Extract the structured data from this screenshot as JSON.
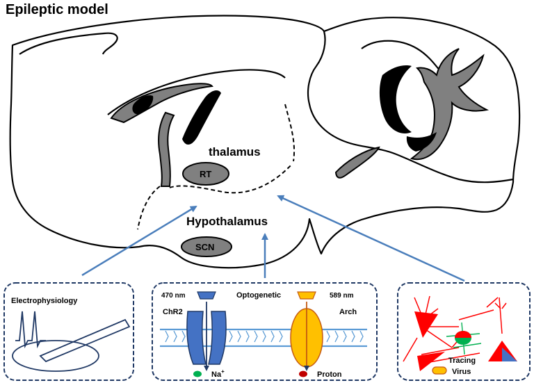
{
  "title": "Epileptic model",
  "regions": {
    "thalamus": "thalamus",
    "hypothalamus": "Hypothalamus",
    "rt": "RT",
    "scn": "SCN"
  },
  "panels": {
    "electrophysiology": {
      "title": "Electrophysiology"
    },
    "optogenetic": {
      "title": "Optogenetic",
      "left_wavelength": "470 nm",
      "right_wavelength": "589 nm",
      "left_opsin": "ChR2",
      "right_opsin": "Arch",
      "left_ion": "Na",
      "left_ion_charge": "+",
      "right_ion": "Proton"
    },
    "tracing": {
      "line1": "Tracing",
      "line2": "Virus"
    }
  },
  "colors": {
    "arrow": "#4a7ebb",
    "panel_border": "#1f3864",
    "chr2": "#4472c4",
    "arch": "#ffc000",
    "membrane": "#5b9bd5",
    "neuron": "#ff0000",
    "ion_na": "#00b050",
    "ion_proton": "#c00000",
    "gray_structure": "#808080"
  }
}
